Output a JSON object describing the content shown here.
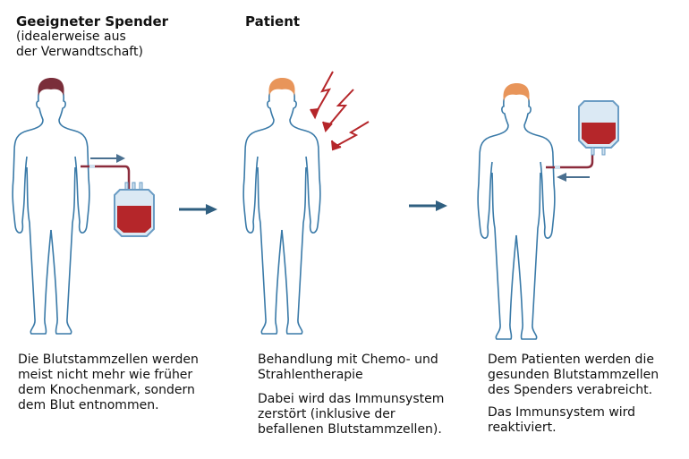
{
  "donor": {
    "title": "Geeigneter Spender",
    "subtitle_lines": [
      "(idealerweise aus",
      "der Verwandtschaft)"
    ],
    "caption_lines": [
      "Die Blutstammzellen werden",
      "meist nicht mehr wie früher",
      "dem Knochenmark, sondern",
      "dem Blut entnommen."
    ]
  },
  "patient": {
    "title": "Patient",
    "caption1_lines": [
      "Behandlung mit Chemo- und",
      "Strahlentherapie"
    ],
    "caption2_lines": [
      "Dabei wird das Immunsystem",
      "zerstört (inklusive der",
      "befallenen Blutstammzellen)."
    ]
  },
  "recipient": {
    "caption1_lines": [
      "Dem Patienten werden die",
      "gesunden Blutstammzellen",
      "des Spenders verabreicht."
    ],
    "caption2_lines": [
      "Das Immunsystem wird",
      "reaktiviert."
    ]
  },
  "colors": {
    "outline": "#3a7aa8",
    "blood": "#b5262a",
    "donor_hair": "#7a2e3a",
    "patient_hair": "#e8955a",
    "arrow": "#2f5f80"
  }
}
